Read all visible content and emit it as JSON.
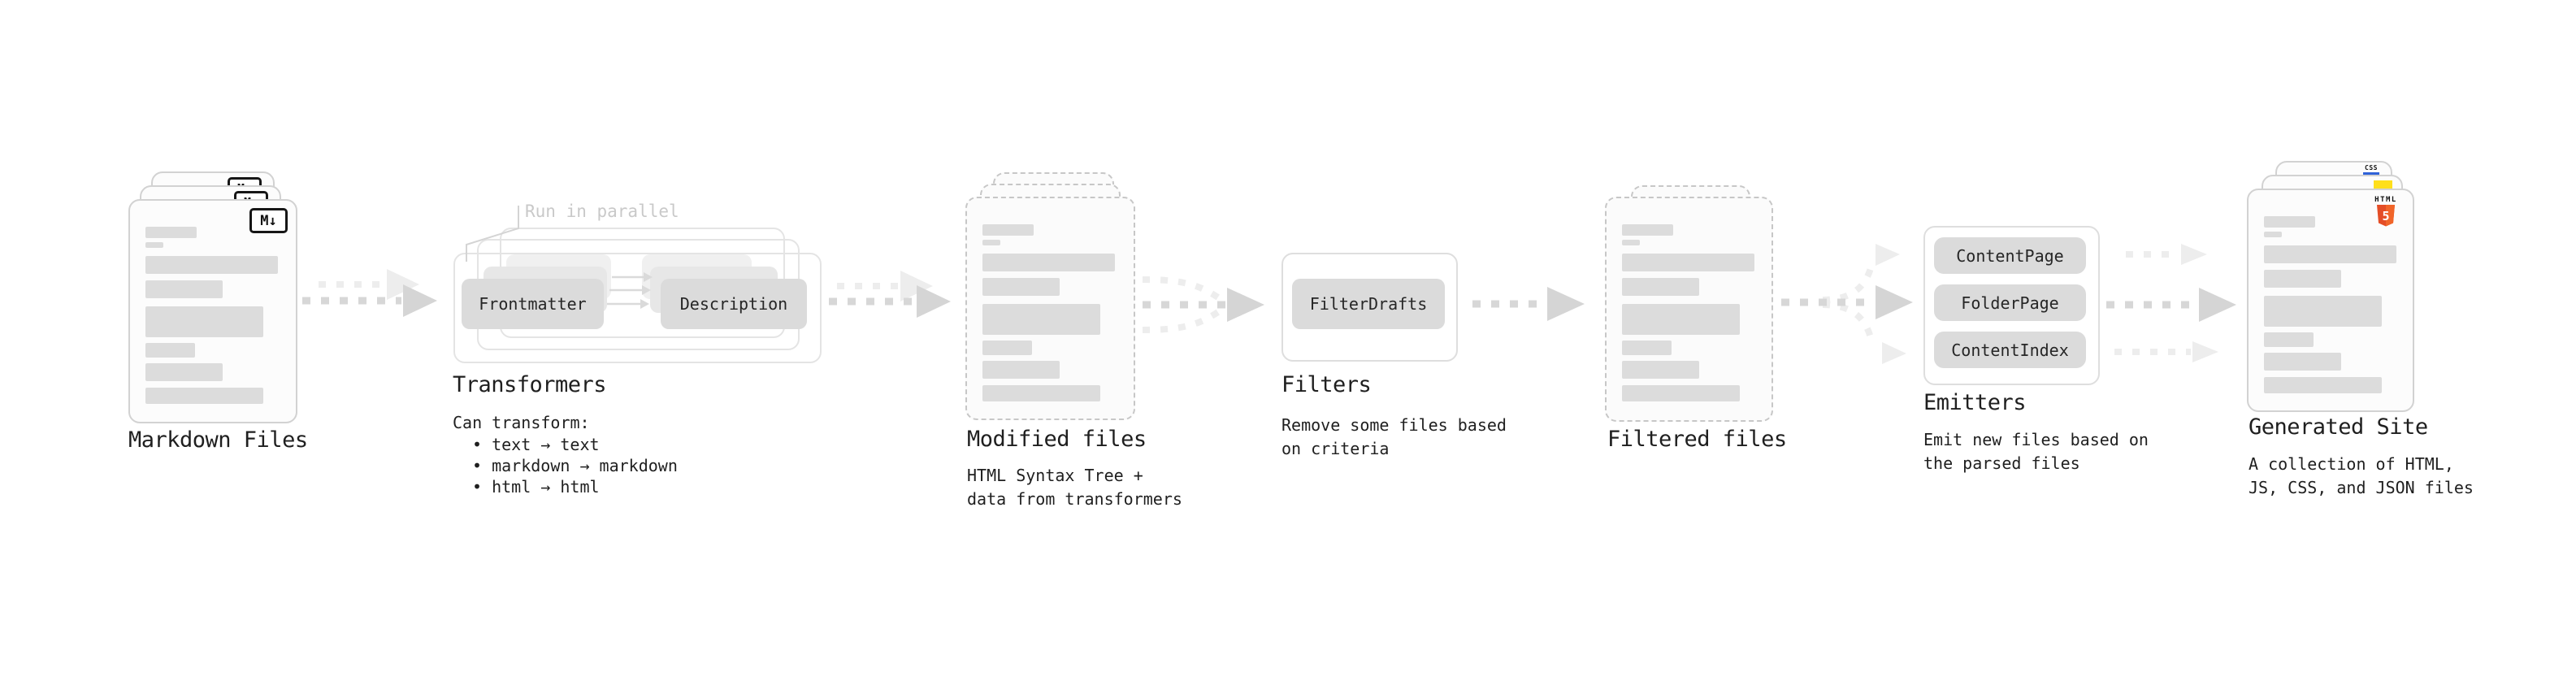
{
  "stages": {
    "markdown_files": {
      "title": "Markdown Files",
      "icon_label": "M↓"
    },
    "transformers": {
      "title": "Transformers",
      "note": "Run in parallel",
      "nodes": {
        "left": "Frontmatter",
        "right": "Description"
      },
      "description": "Can transform:",
      "bullets": [
        "• text → text",
        "• markdown → markdown",
        "• html → html"
      ]
    },
    "modified_files": {
      "title": "Modified files",
      "description": "HTML Syntax Tree +\ndata from transformers"
    },
    "filters": {
      "title": "Filters",
      "nodes": [
        "FilterDrafts"
      ],
      "description": "Remove some files based\non criteria"
    },
    "filtered_files": {
      "title": "Filtered files"
    },
    "emitters": {
      "title": "Emitters",
      "nodes": [
        "ContentPage",
        "FolderPage",
        "ContentIndex"
      ],
      "description": "Emit new files based on\nthe parsed files"
    },
    "generated_site": {
      "title": "Generated Site",
      "description": "A collection of HTML,\nJS, CSS, and JSON files",
      "badges": {
        "css": "CSS",
        "html_label": "HTML",
        "html_number": "5"
      }
    }
  },
  "colors": {
    "text": "#1f1f1f",
    "muted_note": "#c9c9c9",
    "pill_gray": "#dbdbdb",
    "dash_dark": "#d7d7d7",
    "dash_light": "#ededed",
    "html5_orange": "#e44d26",
    "html5_orange_light": "#f16529",
    "js_yellow": "#ffdf1b",
    "css_blue": "#2f62d8"
  }
}
